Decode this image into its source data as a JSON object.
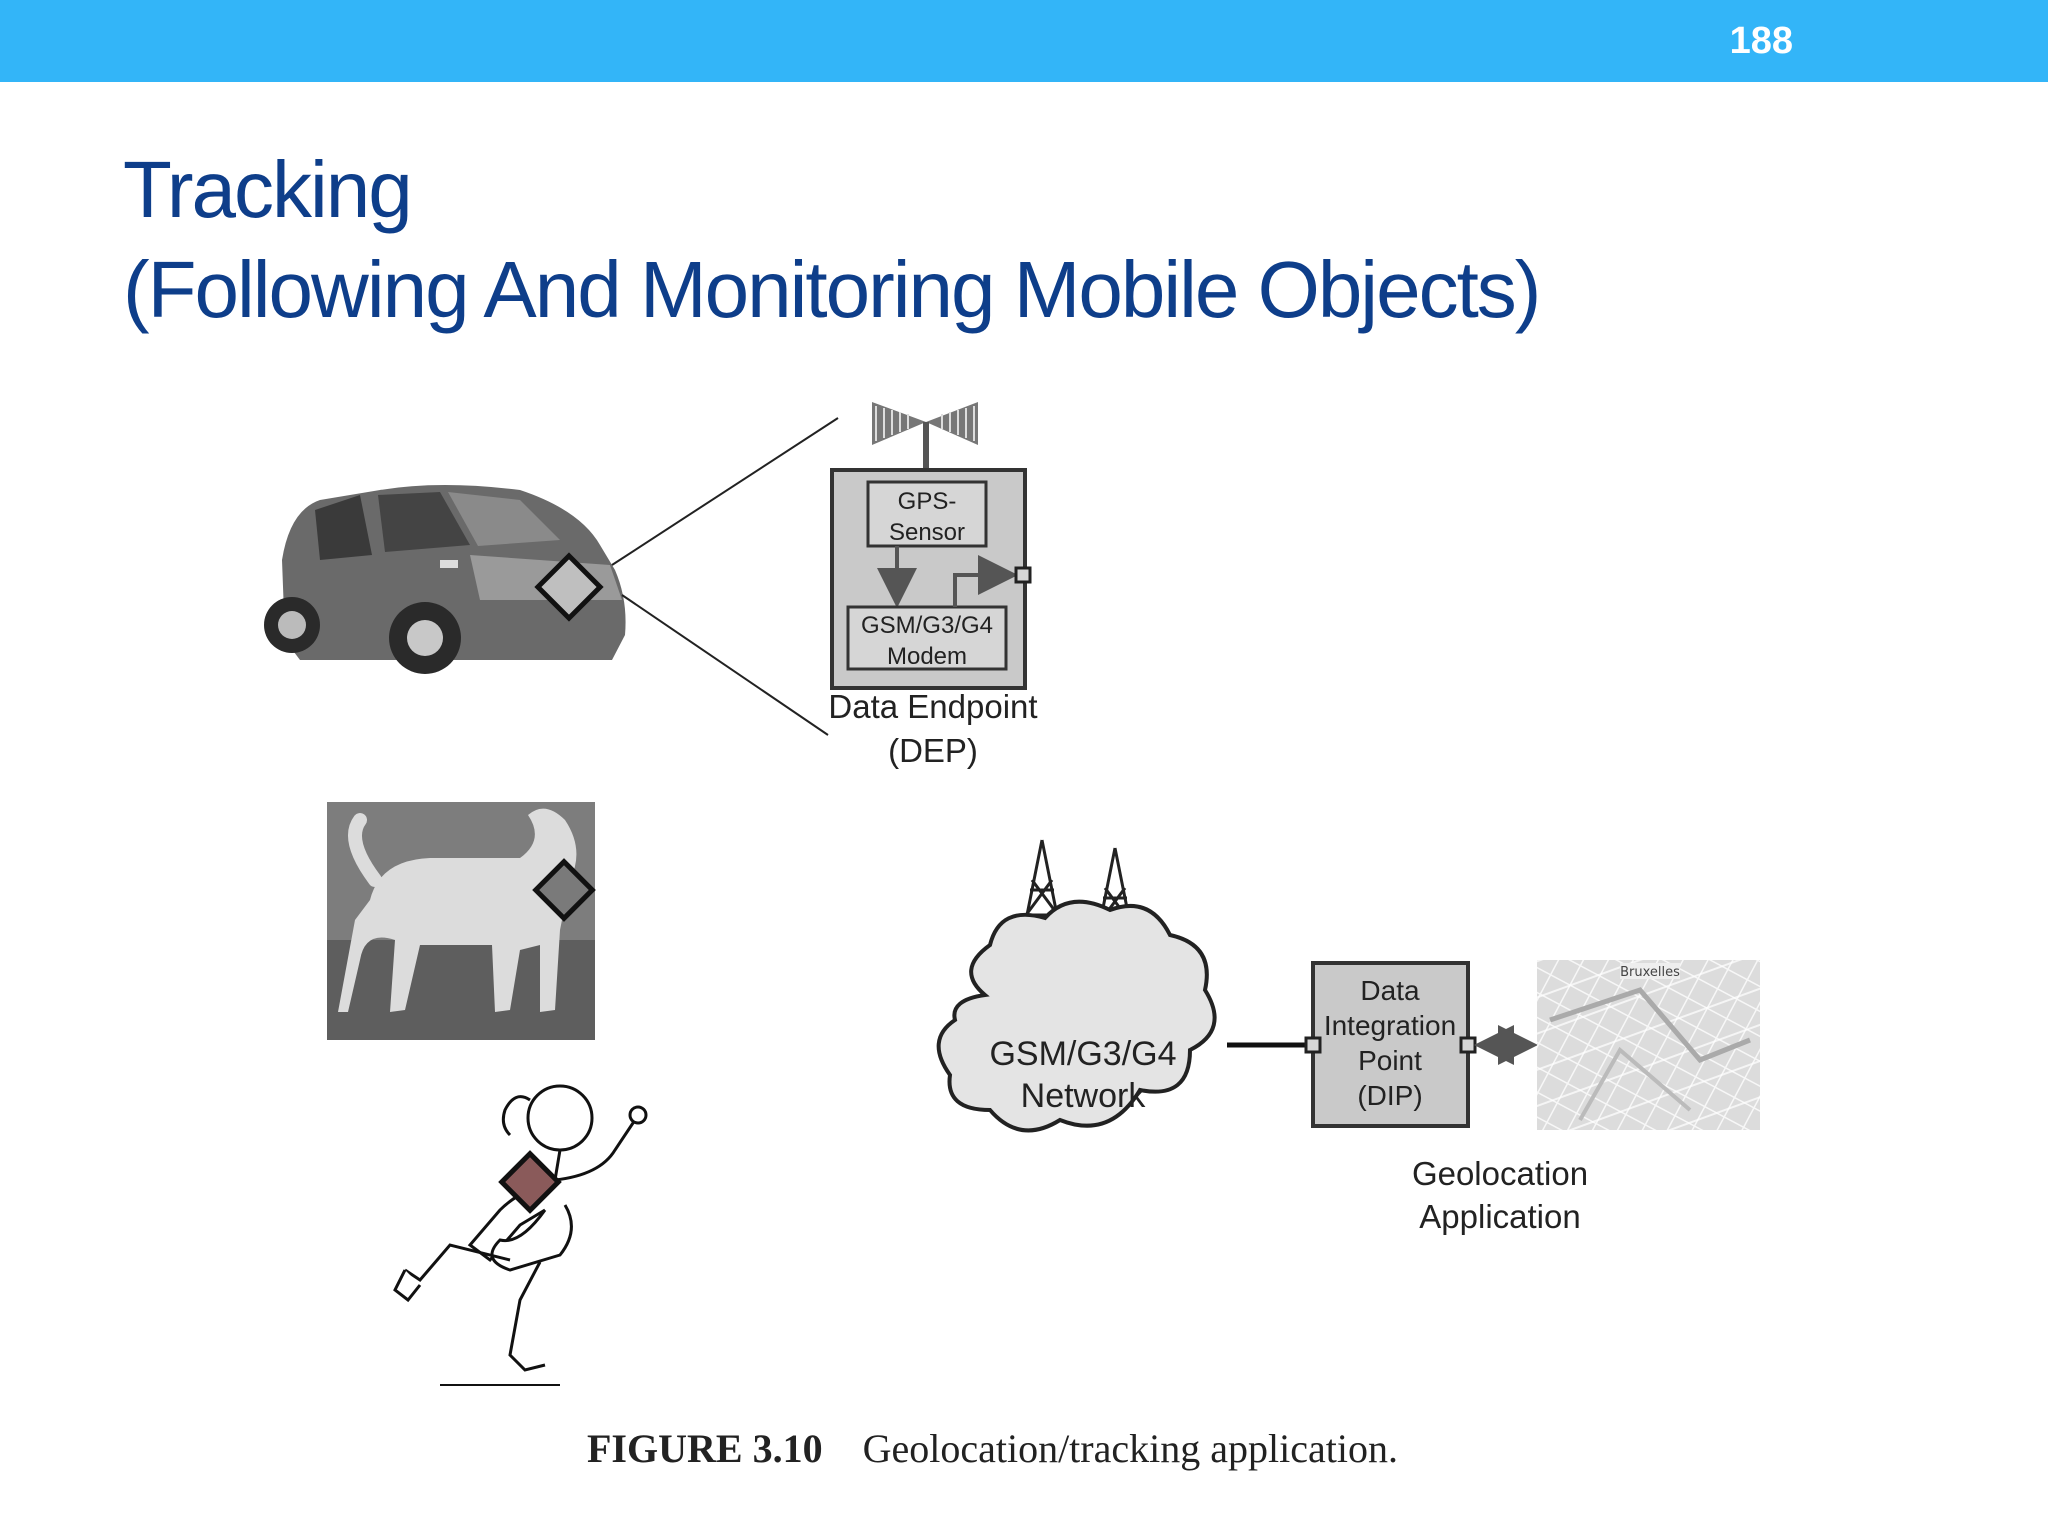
{
  "header": {
    "page_number": "188",
    "bar_color": "#33b5f8"
  },
  "slide": {
    "title_line1": "Tracking",
    "title_line2": "(Following And Monitoring Mobile Objects)",
    "title_color": "#0e3e8a"
  },
  "figure": {
    "gps_sensor_line1": "GPS-",
    "gps_sensor_line2": "Sensor",
    "modem_line1": "GSM/G3/G4",
    "modem_line2": "Modem",
    "dep_line1": "Data Endpoint",
    "dep_line2": "(DEP)",
    "network_line1": "GSM/G3/G4",
    "network_line2": "Network",
    "dip_line1": "Data",
    "dip_line2": "Integration",
    "dip_line3": "Point",
    "dip_line4": "(DIP)",
    "map_label": "Bruxelles",
    "app_line1": "Geolocation",
    "app_line2": "Application",
    "objects": [
      "car-icon",
      "dog-icon",
      "running-child-icon"
    ],
    "tracker_icon": "diamond-tracker-icon"
  },
  "caption": {
    "number": "FIGURE 3.10",
    "text": "Geolocation/tracking application."
  }
}
